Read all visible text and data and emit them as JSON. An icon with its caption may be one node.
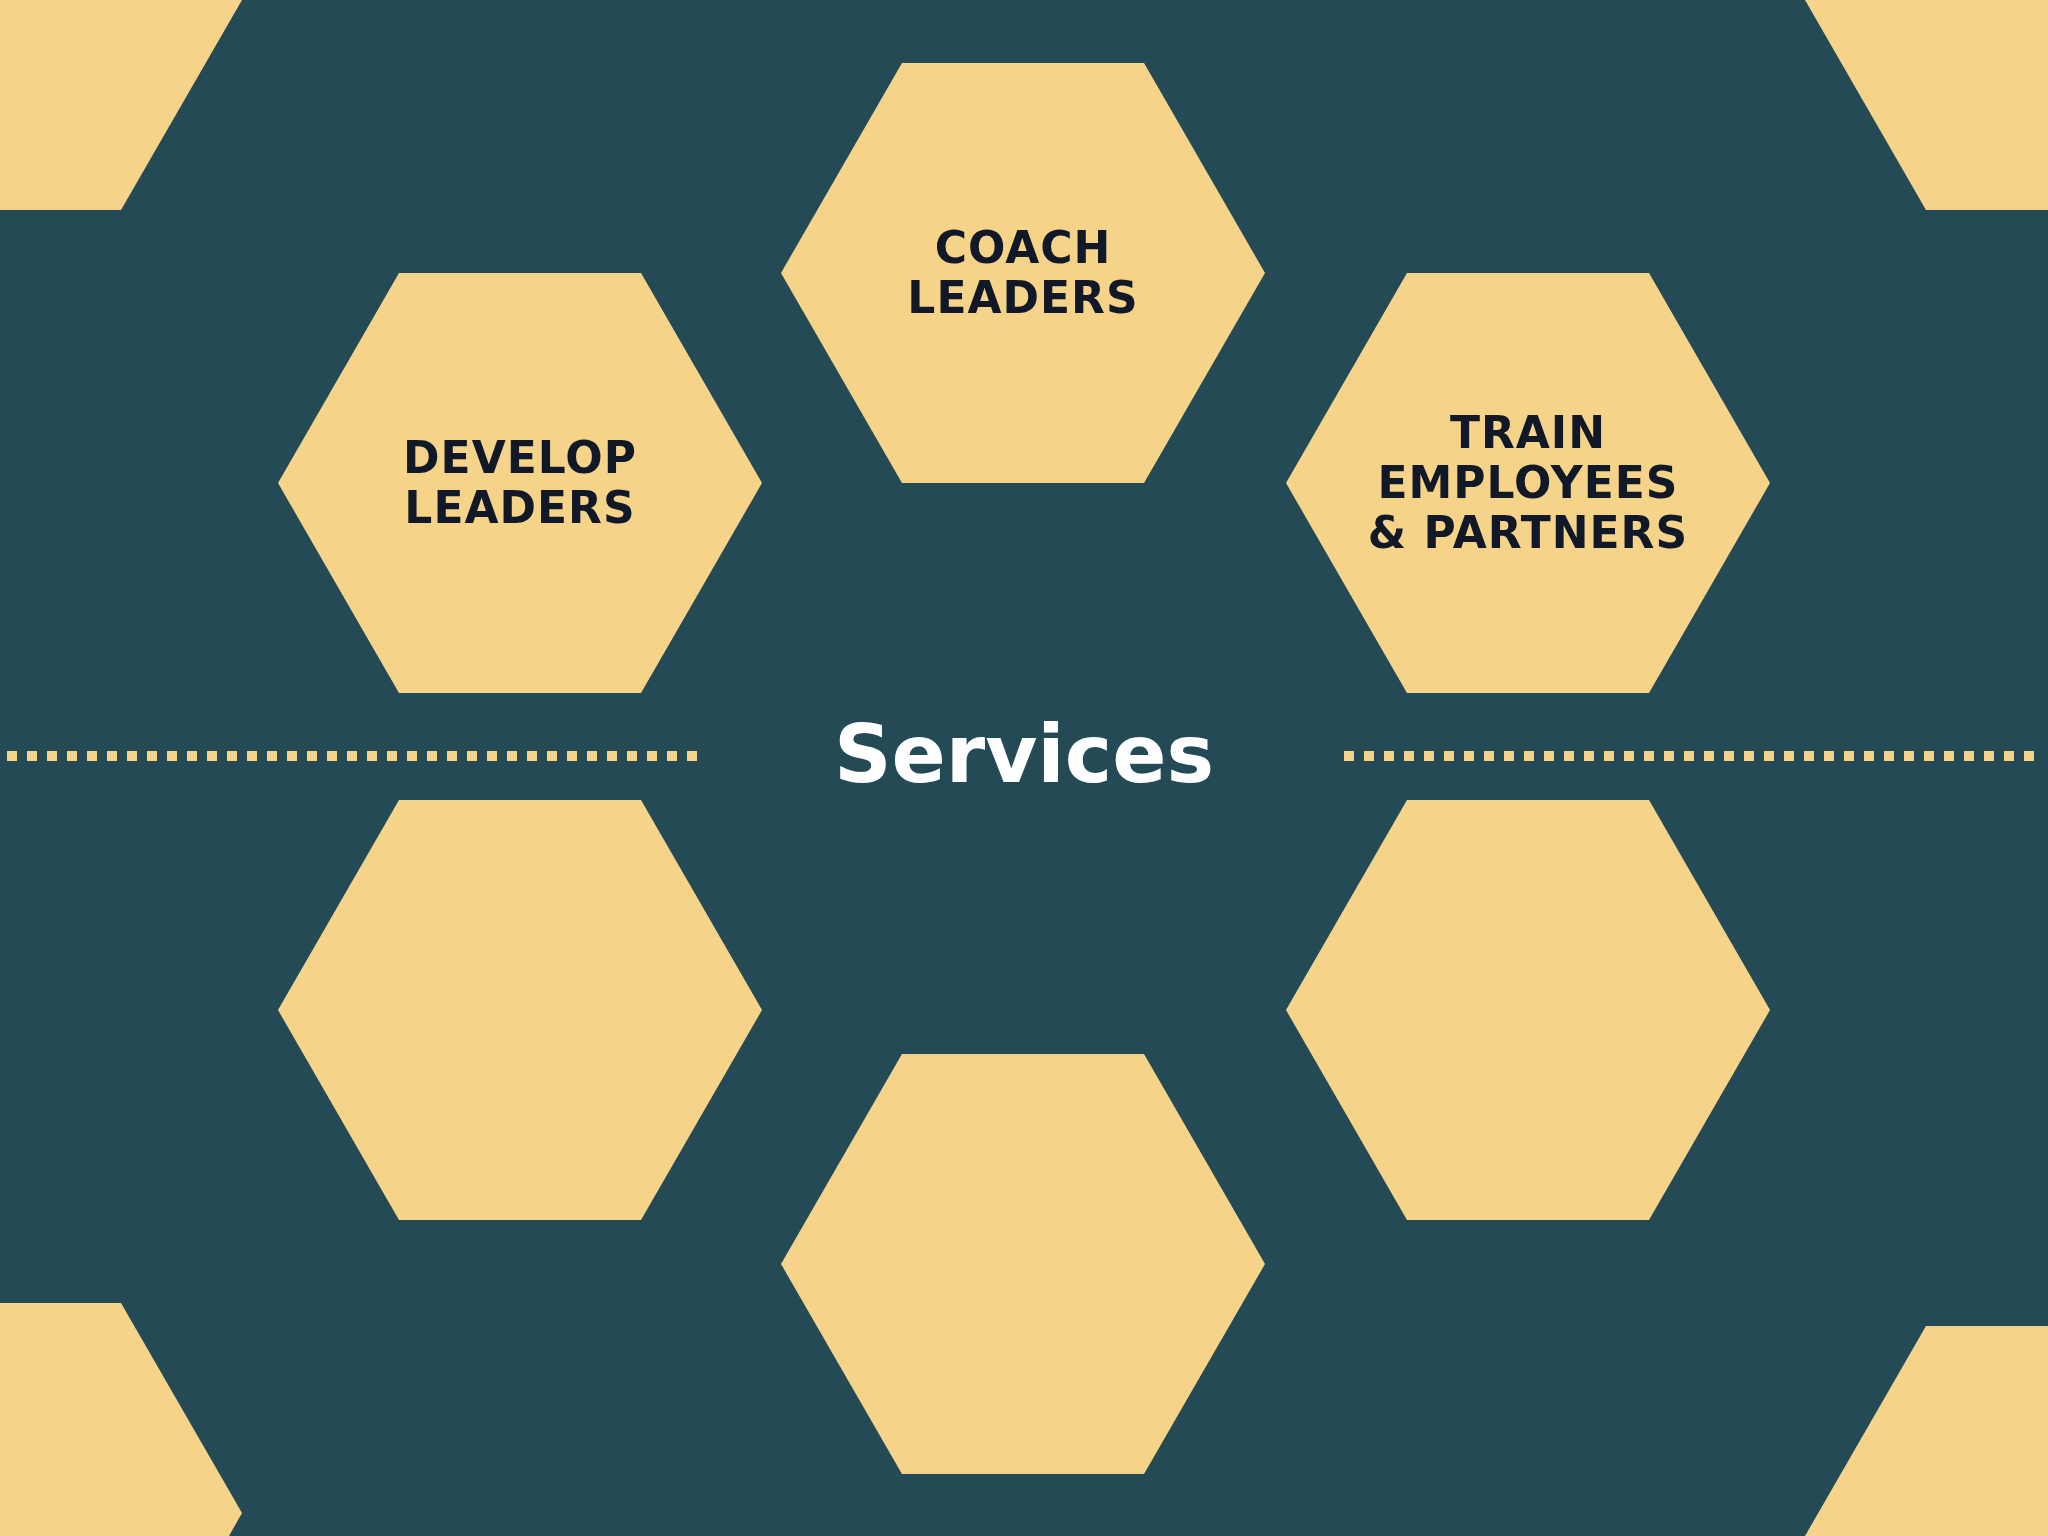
{
  "diagram": {
    "title": "Services",
    "nodes": [
      {
        "text": [
          "COACH LEADERS"
        ]
      },
      {
        "text": [
          "DEVELOP LEADERS"
        ]
      },
      {
        "text": [
          "TRAIN EMPLOYEES & PARTNERS"
        ]
      },
      {
        "text": [],
        "shape": "hexagon"
      },
      {
        "text": [],
        "shape": "hexagon"
      },
      {
        "text": [],
        "shape": "hexagon"
      }
    ]
  }
}
